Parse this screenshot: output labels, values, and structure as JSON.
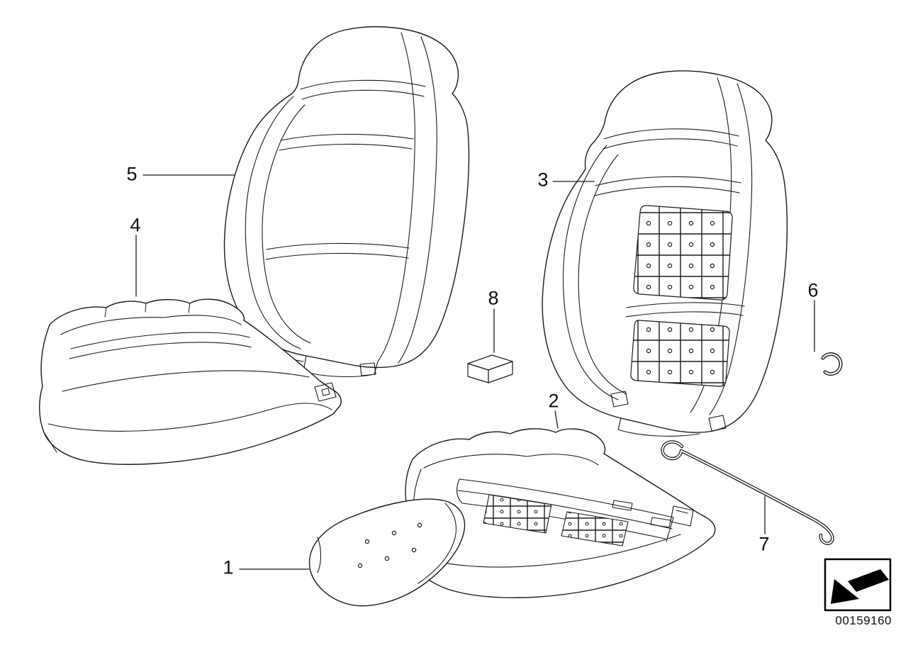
{
  "callouts": {
    "c1": {
      "label": "1"
    },
    "c2": {
      "label": "2"
    },
    "c3": {
      "label": "3"
    },
    "c4": {
      "label": "4"
    },
    "c5": {
      "label": "5"
    },
    "c6": {
      "label": "6"
    },
    "c7": {
      "label": "7"
    },
    "c8": {
      "label": "8"
    }
  },
  "footer": {
    "doc_number": "00159160"
  },
  "icons": {
    "nav_arrow": "lower-left-arrow-icon"
  },
  "colors": {
    "line": "#1a1a1a",
    "background": "#ffffff"
  }
}
